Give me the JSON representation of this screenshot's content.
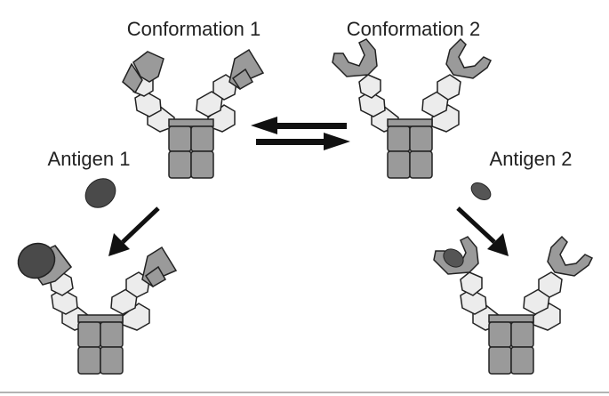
{
  "labels": {
    "conformation_1": "Conformation 1",
    "conformation_2": "Conformation 2",
    "antigen_1": "Antigen 1",
    "antigen_2": "Antigen 2"
  },
  "colors": {
    "dark_gray": "#9a9a9a",
    "light_gray": "#ececec",
    "antigen_1": "#4a4a4a",
    "antigen_2": "#555555",
    "stroke": "#222222",
    "arrow": "#111111"
  },
  "equilibrium": "reversible"
}
